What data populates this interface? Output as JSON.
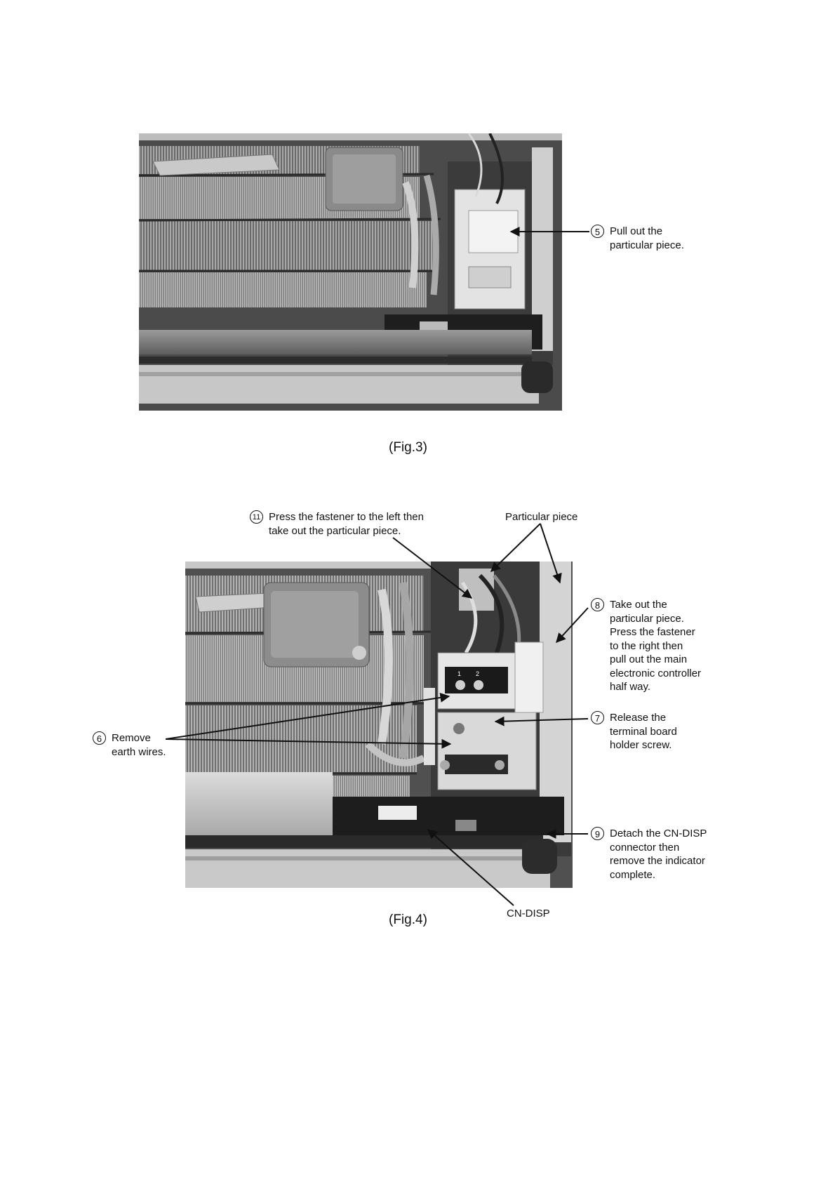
{
  "fig3": {
    "caption": "(Fig.3)",
    "callouts": [
      {
        "num": "5",
        "lines": [
          "Pull out the",
          "particular piece."
        ]
      }
    ]
  },
  "fig4": {
    "caption": "(Fig.4)",
    "callouts": [
      {
        "num": "11",
        "lines": [
          "Press the fastener to the left then",
          "take out the particular piece."
        ]
      },
      {
        "num": "8",
        "lines": [
          "Take out the",
          "particular piece.",
          "Press the fastener",
          "to the right then",
          "pull out the main",
          "electronic controller",
          "half way."
        ]
      },
      {
        "num": "7",
        "lines": [
          "Release the",
          "terminal board",
          "holder screw."
        ]
      },
      {
        "num": "6",
        "lines": [
          "Remove",
          "earth wires."
        ]
      },
      {
        "num": "9",
        "lines": [
          "Detach the CN-DISP",
          "connector then",
          "remove the indicator",
          "complete."
        ]
      }
    ],
    "labels": {
      "particular_piece": "Particular piece",
      "cn_disp": "CN-DISP"
    },
    "terminal_marks": [
      "1",
      "2"
    ]
  }
}
